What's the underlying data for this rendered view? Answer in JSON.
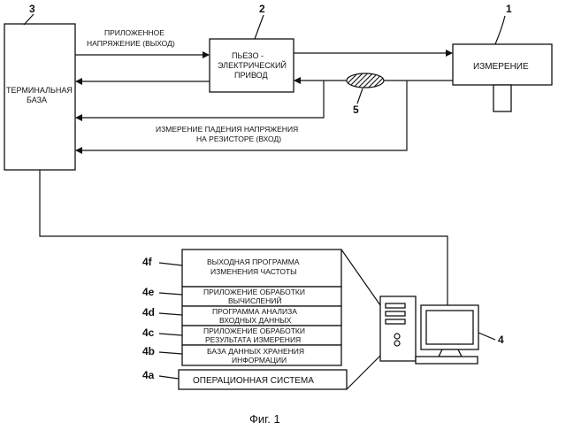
{
  "labels": {
    "base_num": "3",
    "base_text_1": "ТЕРМИНАЛЬНАЯ",
    "base_text_2": "БАЗА",
    "piezo_num": "2",
    "piezo_text_1": "ПЬЕЗО -",
    "piezo_text_2": "ЭЛЕКТРИЧЕСКИЙ",
    "piezo_text_3": "ПРИВОД",
    "meas_num": "1",
    "meas_text": "ИЗМЕРЕНИЕ",
    "resistor_num": "5",
    "out_1": "ПРИЛОЖЕННОЕ",
    "out_2": "НАПРЯЖЕНИЕ (ВЫХОД)",
    "in_1": "ИЗМЕРЕНИЕ ПАДЕНИЯ НАПРЯЖЕНИЯ",
    "in_2": "НА РЕЗИСТОРЕ (ВХОД)",
    "computer_num": "4",
    "caption": "Фиг. 1"
  },
  "stack": [
    {
      "id": "4f",
      "line1": "ВЫХОДНАЯ ПРОГРАММА",
      "line2": "ИЗМЕНЕНИЯ ЧАСТОТЫ"
    },
    {
      "id": "4e",
      "line1": "ПРИЛОЖЕНИЕ ОБРАБОТКИ",
      "line2": "ВЫЧИСЛЕНИЙ"
    },
    {
      "id": "4d",
      "line1": "ПРОГРАММА АНАЛИЗА",
      "line2": "ВХОДНЫХ ДАННЫХ"
    },
    {
      "id": "4c",
      "line1": "ПРИЛОЖЕНИЕ ОБРАБОТКИ",
      "line2": "РЕЗУЛЬТАТА ИЗМЕРЕНИЯ"
    },
    {
      "id": "4b",
      "line1": "БАЗА ДАННЫХ ХРАНЕНИЯ",
      "line2": "ИНФОРМАЦИИ"
    },
    {
      "id": "4a",
      "line1": "ОПЕРАЦИОННАЯ СИСТЕМА",
      "line2": ""
    }
  ]
}
